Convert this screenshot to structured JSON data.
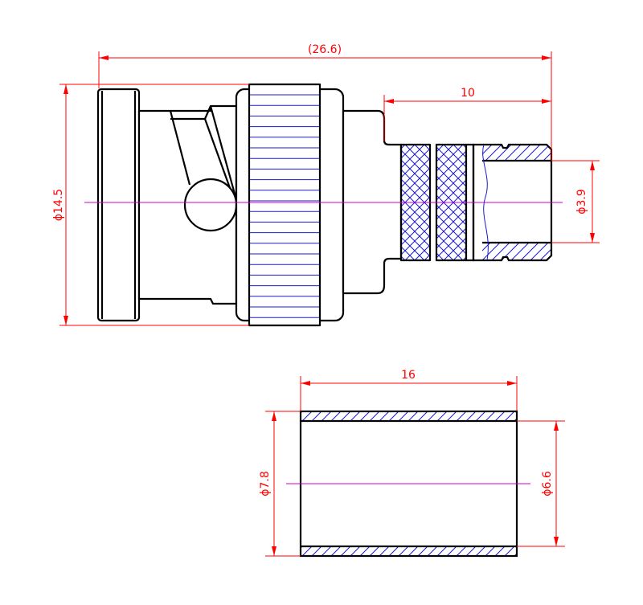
{
  "dimensions": {
    "overall_length": "(26.6)",
    "sleeve_section_length": "10",
    "flange_diameter": "ϕ14.5",
    "bore_diameter": "ϕ3.9",
    "ferrule_length": "16",
    "ferrule_outer_diameter": "ϕ7.8",
    "ferrule_inner_diameter": "ϕ6.6"
  },
  "colors": {
    "outline": "#000000",
    "dimension": "#ff0000",
    "hatch": "#1a1acc",
    "centerline": "#cc00cc"
  }
}
